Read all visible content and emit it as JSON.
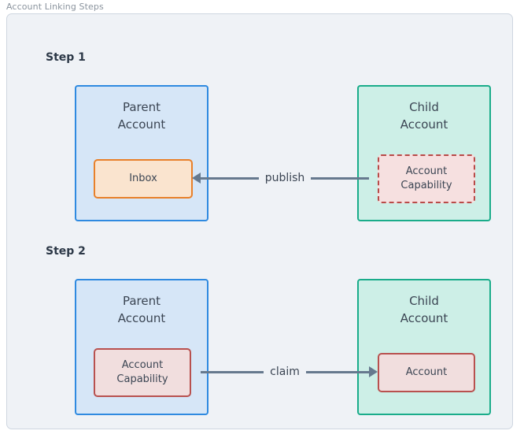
{
  "panel": {
    "title": "Account Linking Steps"
  },
  "steps": [
    {
      "label": "Step 1",
      "left_box": {
        "title": "Parent\nAccount",
        "title_line1": "Parent",
        "title_line2": "Account",
        "inner": {
          "label": "Inbox",
          "style": "solid",
          "color": "#e8802a",
          "fill": "#fae4cf"
        }
      },
      "right_box": {
        "title_line1": "Child",
        "title_line2": "Account",
        "inner": {
          "label_line1": "Account",
          "label_line2": "Capability",
          "style": "dashed",
          "color": "#b94a48",
          "fill": "#f6e0e0"
        }
      },
      "connector": {
        "label": "publish",
        "direction": "left"
      }
    },
    {
      "label": "Step 2",
      "left_box": {
        "title_line1": "Parent",
        "title_line2": "Account",
        "inner": {
          "label_line1": "Account",
          "label_line2": "Capability",
          "style": "solid",
          "color": "#b8514f",
          "fill": "#f1dede"
        }
      },
      "right_box": {
        "title_line1": "Child",
        "title_line2": "Account",
        "inner": {
          "label": "Account",
          "style": "solid",
          "color": "#b8514f",
          "fill": "#f1dede"
        }
      },
      "connector": {
        "label": "claim",
        "direction": "right"
      }
    }
  ],
  "colors": {
    "background": "#ffffff",
    "panel_fill": "#eff2f6",
    "panel_border": "#ced6e0",
    "panel_title_text": "#8b949e",
    "parent_fill": "#d6e6f7",
    "parent_border": "#2f8ae0",
    "child_fill": "#cdefe7",
    "child_border": "#1aac8a",
    "inbox_fill": "#fae4cf",
    "inbox_border": "#e8802a",
    "capability_fill": "#f6e0e0",
    "capability_border": "#b94a48",
    "arrow": "#66798e",
    "text": "#3b4553",
    "step_text": "#2c3847"
  }
}
